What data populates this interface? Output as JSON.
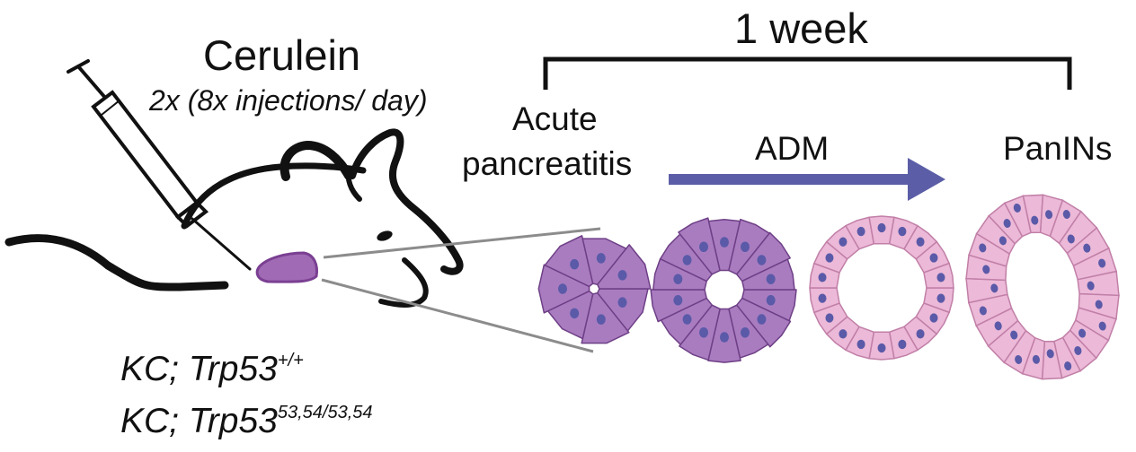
{
  "treatment": {
    "title": "Cerulein",
    "dosing": "2x (8x injections/ day)"
  },
  "timeline": {
    "duration": "1 week",
    "start_stage_line1": "Acute",
    "start_stage_line2": "pancreatitis",
    "transition": "ADM",
    "end_stage": "PanINs"
  },
  "genotypes": [
    {
      "base": "KC; Trp53",
      "allele": "+/+"
    },
    {
      "base": "KC; Trp53",
      "allele": "53,54/53,54"
    }
  ],
  "colors": {
    "arrow": "#5b5ea6",
    "acinar_fill": "#a97cc0",
    "acinar_stroke": "#6e3f86",
    "nucleus": "#5a5aa8",
    "duct_fill": "#ecb9d8",
    "duct_stroke": "#c17fa7",
    "pancreas_fill": "#a06ab4"
  },
  "icons": [
    "syringe-icon",
    "mouse-icon",
    "pancreas-icon"
  ]
}
